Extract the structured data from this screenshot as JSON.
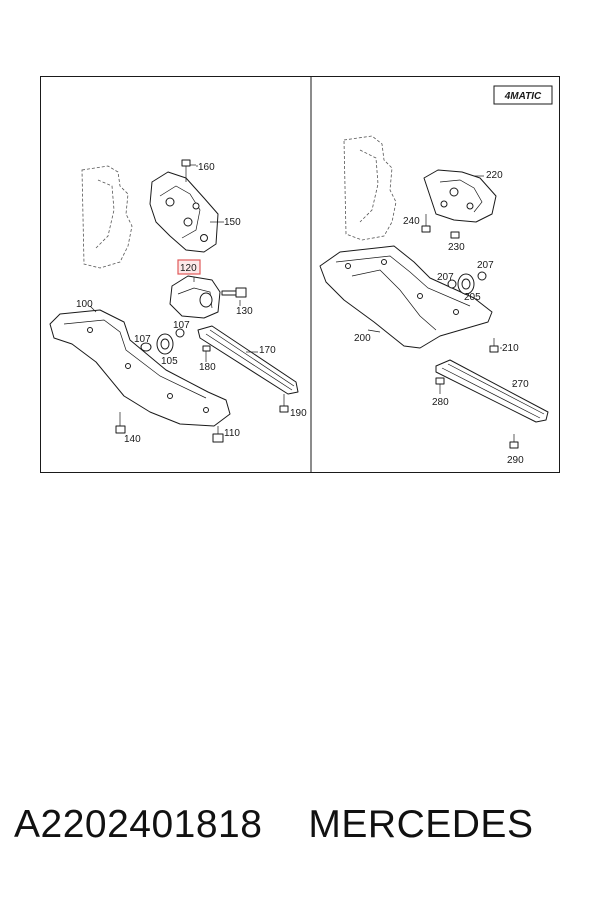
{
  "badge": {
    "text": "4MATIC"
  },
  "caption": {
    "part_number": "A2202401818",
    "brand": "MERCEDES"
  },
  "callouts_left": {
    "c160": "160",
    "c150": "150",
    "c120": "120",
    "c130": "130",
    "c100": "100",
    "c107a": "107",
    "c107b": "107",
    "c105": "105",
    "c180": "180",
    "c170": "170",
    "c190": "190",
    "c140": "140",
    "c110": "110"
  },
  "callouts_right": {
    "c220": "220",
    "c240": "240",
    "c230": "230",
    "c207a": "207",
    "c207b": "207",
    "c205": "205",
    "c200": "200",
    "c210": "210",
    "c270": "270",
    "c280": "280",
    "c290": "290"
  },
  "highlight": {
    "color": "#e05a5a",
    "fill": "#fde8e8",
    "callout": "120"
  }
}
